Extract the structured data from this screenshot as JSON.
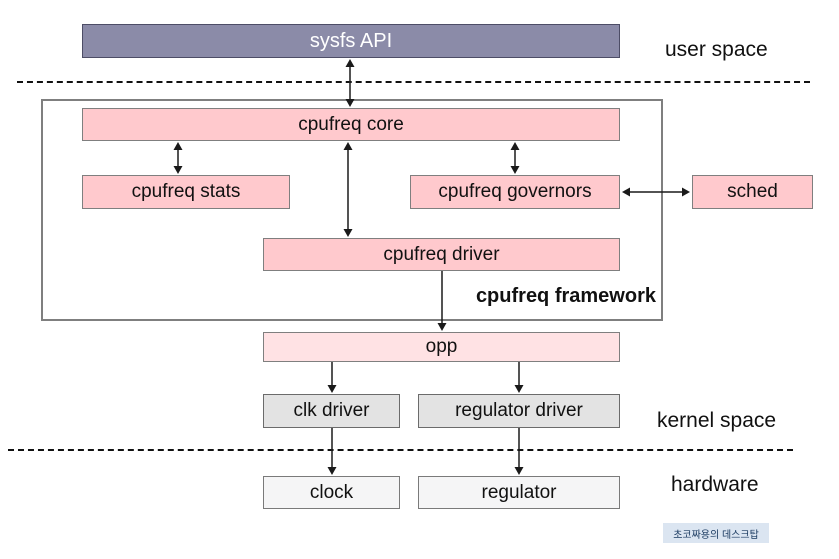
{
  "nodes": {
    "sysfs_api": "sysfs API",
    "cpufreq_core": "cpufreq core",
    "cpufreq_stats": "cpufreq stats",
    "cpufreq_governors": "cpufreq governors",
    "sched": "sched",
    "cpufreq_driver": "cpufreq driver",
    "opp": "opp",
    "clk_driver": "clk driver",
    "regulator_driver": "regulator driver",
    "clock": "clock",
    "regulator": "regulator"
  },
  "zone_labels": {
    "user_space": "user space",
    "kernel_space": "kernel space",
    "hardware": "hardware"
  },
  "group_label": "cpufreq framework",
  "watermark": "초코짜용의 데스크탑",
  "colors": {
    "sysfs_fill": "#8b8ba8",
    "node_pink": "#ffc9cd",
    "opp_pink": "#ffe2e4",
    "driver_gray": "#e3e3e3",
    "hardware_gray": "#f5f5f6",
    "box_border": "#7f7f7f",
    "arrow": "#1a1a1a",
    "watermark_bg": "#dbe5f1",
    "watermark_text": "#17375e"
  }
}
